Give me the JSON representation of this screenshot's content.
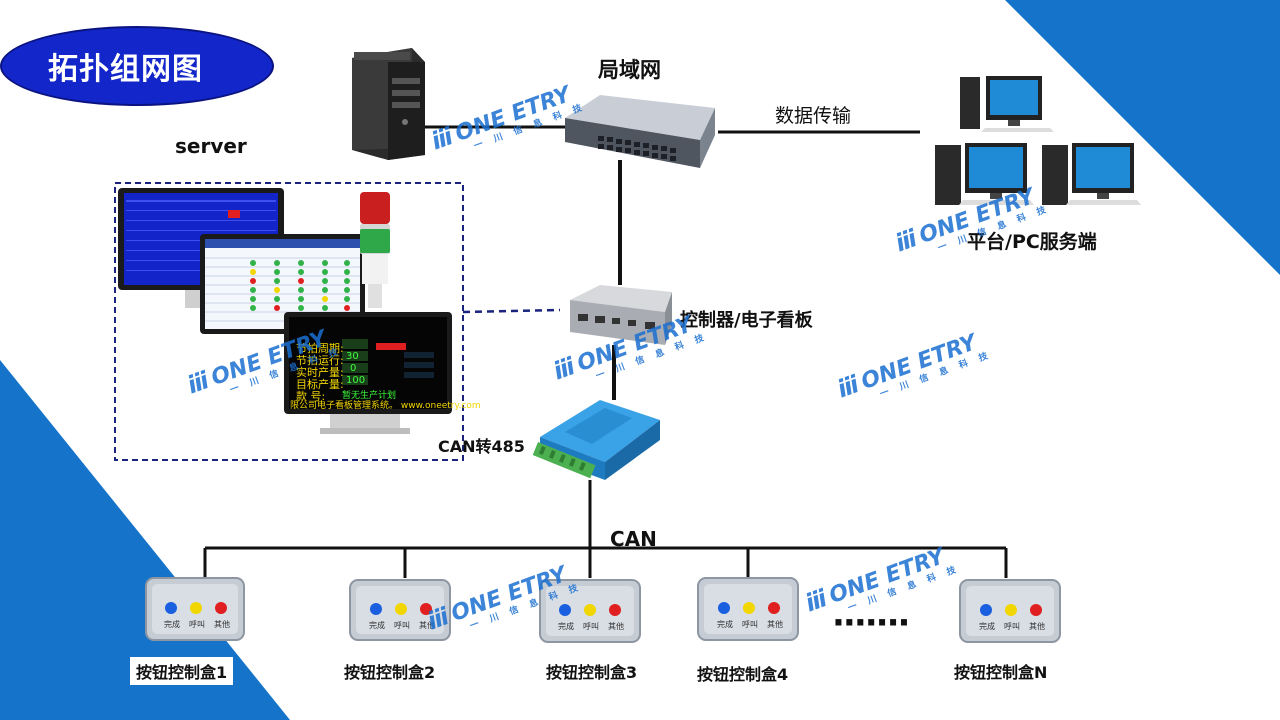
{
  "title": "拓扑组网图",
  "labels": {
    "server": "server",
    "lan": "局域网",
    "data_transfer": "数据传输",
    "platform": "平台/PC服务端",
    "controller": "控制器/电子看板",
    "can485": "CAN转485",
    "can": "CAN",
    "dots": "·······"
  },
  "button_boxes": [
    {
      "label": "按钮控制盒1",
      "buttons": [
        "完成",
        "呼叫",
        "其他"
      ]
    },
    {
      "label": "按钮控制盒2",
      "buttons": [
        "完成",
        "呼叫",
        "其他"
      ]
    },
    {
      "label": "按钮控制盒3",
      "buttons": [
        "完成",
        "呼叫",
        "其他"
      ]
    },
    {
      "label": "按钮控制盒4",
      "buttons": [
        "完成",
        "呼叫",
        "其他"
      ]
    },
    {
      "label": "按钮控制盒N",
      "buttons": [
        "完成",
        "呼叫",
        "其他"
      ]
    }
  ],
  "watermark": {
    "brand": "ONE ETRY",
    "sub": "一川信息科技"
  },
  "board": {
    "rows": [
      "节拍周期:",
      "节拍运行:",
      "实时产量:",
      "目标产量:",
      "款   号:"
    ],
    "values": [
      "",
      "30",
      "0",
      "100",
      "暂无生产计划"
    ],
    "footer": "限公司电子看板管理系统。 www.oneetry.com"
  },
  "colors": {
    "accent": "#1573c9",
    "title_bg": "#1226c9",
    "line": "#111111",
    "btn_blue": "#1a5fe0",
    "btn_yellow": "#f2d600",
    "btn_red": "#e02020"
  },
  "icons": [
    "tower-pc-icon",
    "network-switch-icon",
    "desktop-pc-icon",
    "controller-box-icon",
    "can-converter-icon",
    "signal-tower-icon",
    "monitor-icon",
    "button-box-icon"
  ]
}
